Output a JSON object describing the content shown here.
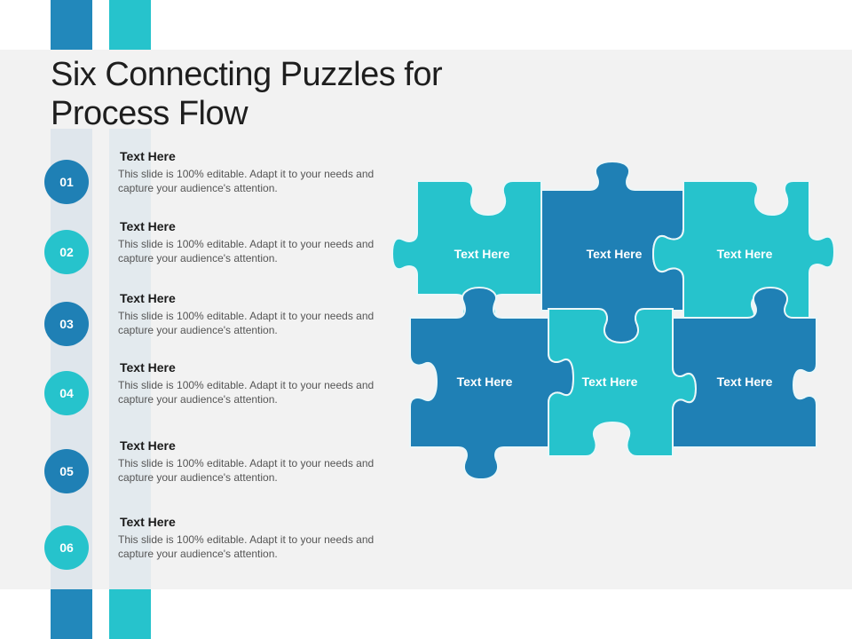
{
  "title": "Six Connecting Puzzles for Process Flow",
  "steps": [
    {
      "number": "01",
      "heading": "Text Here",
      "text": "This slide is 100% editable. Adapt it to your needs and capture your audience's attention."
    },
    {
      "number": "02",
      "heading": "Text Here",
      "text": "This slide is 100% editable. Adapt it to your needs and capture your audience's attention."
    },
    {
      "number": "03",
      "heading": "Text Here",
      "text": "This slide is 100% editable. Adapt it to your needs and capture your audience's attention."
    },
    {
      "number": "04",
      "heading": "Text Here",
      "text": "This slide is 100% editable. Adapt it to your needs and capture your audience's attention."
    },
    {
      "number": "05",
      "heading": "Text Here",
      "text": "This slide is 100% editable. Adapt it to your needs and capture your audience's attention."
    },
    {
      "number": "06",
      "heading": "Text Here",
      "text": "This slide is 100% editable. Adapt it to your needs and capture your audience's attention."
    }
  ],
  "puzzle": {
    "pieces": [
      "Text Here",
      "Text Here",
      "Text Here",
      "Text Here",
      "Text Here",
      "Text Here"
    ]
  },
  "colors": {
    "dark_blue": "#1f80b5",
    "teal": "#26c3cc",
    "panel": "#f2f2f2"
  }
}
